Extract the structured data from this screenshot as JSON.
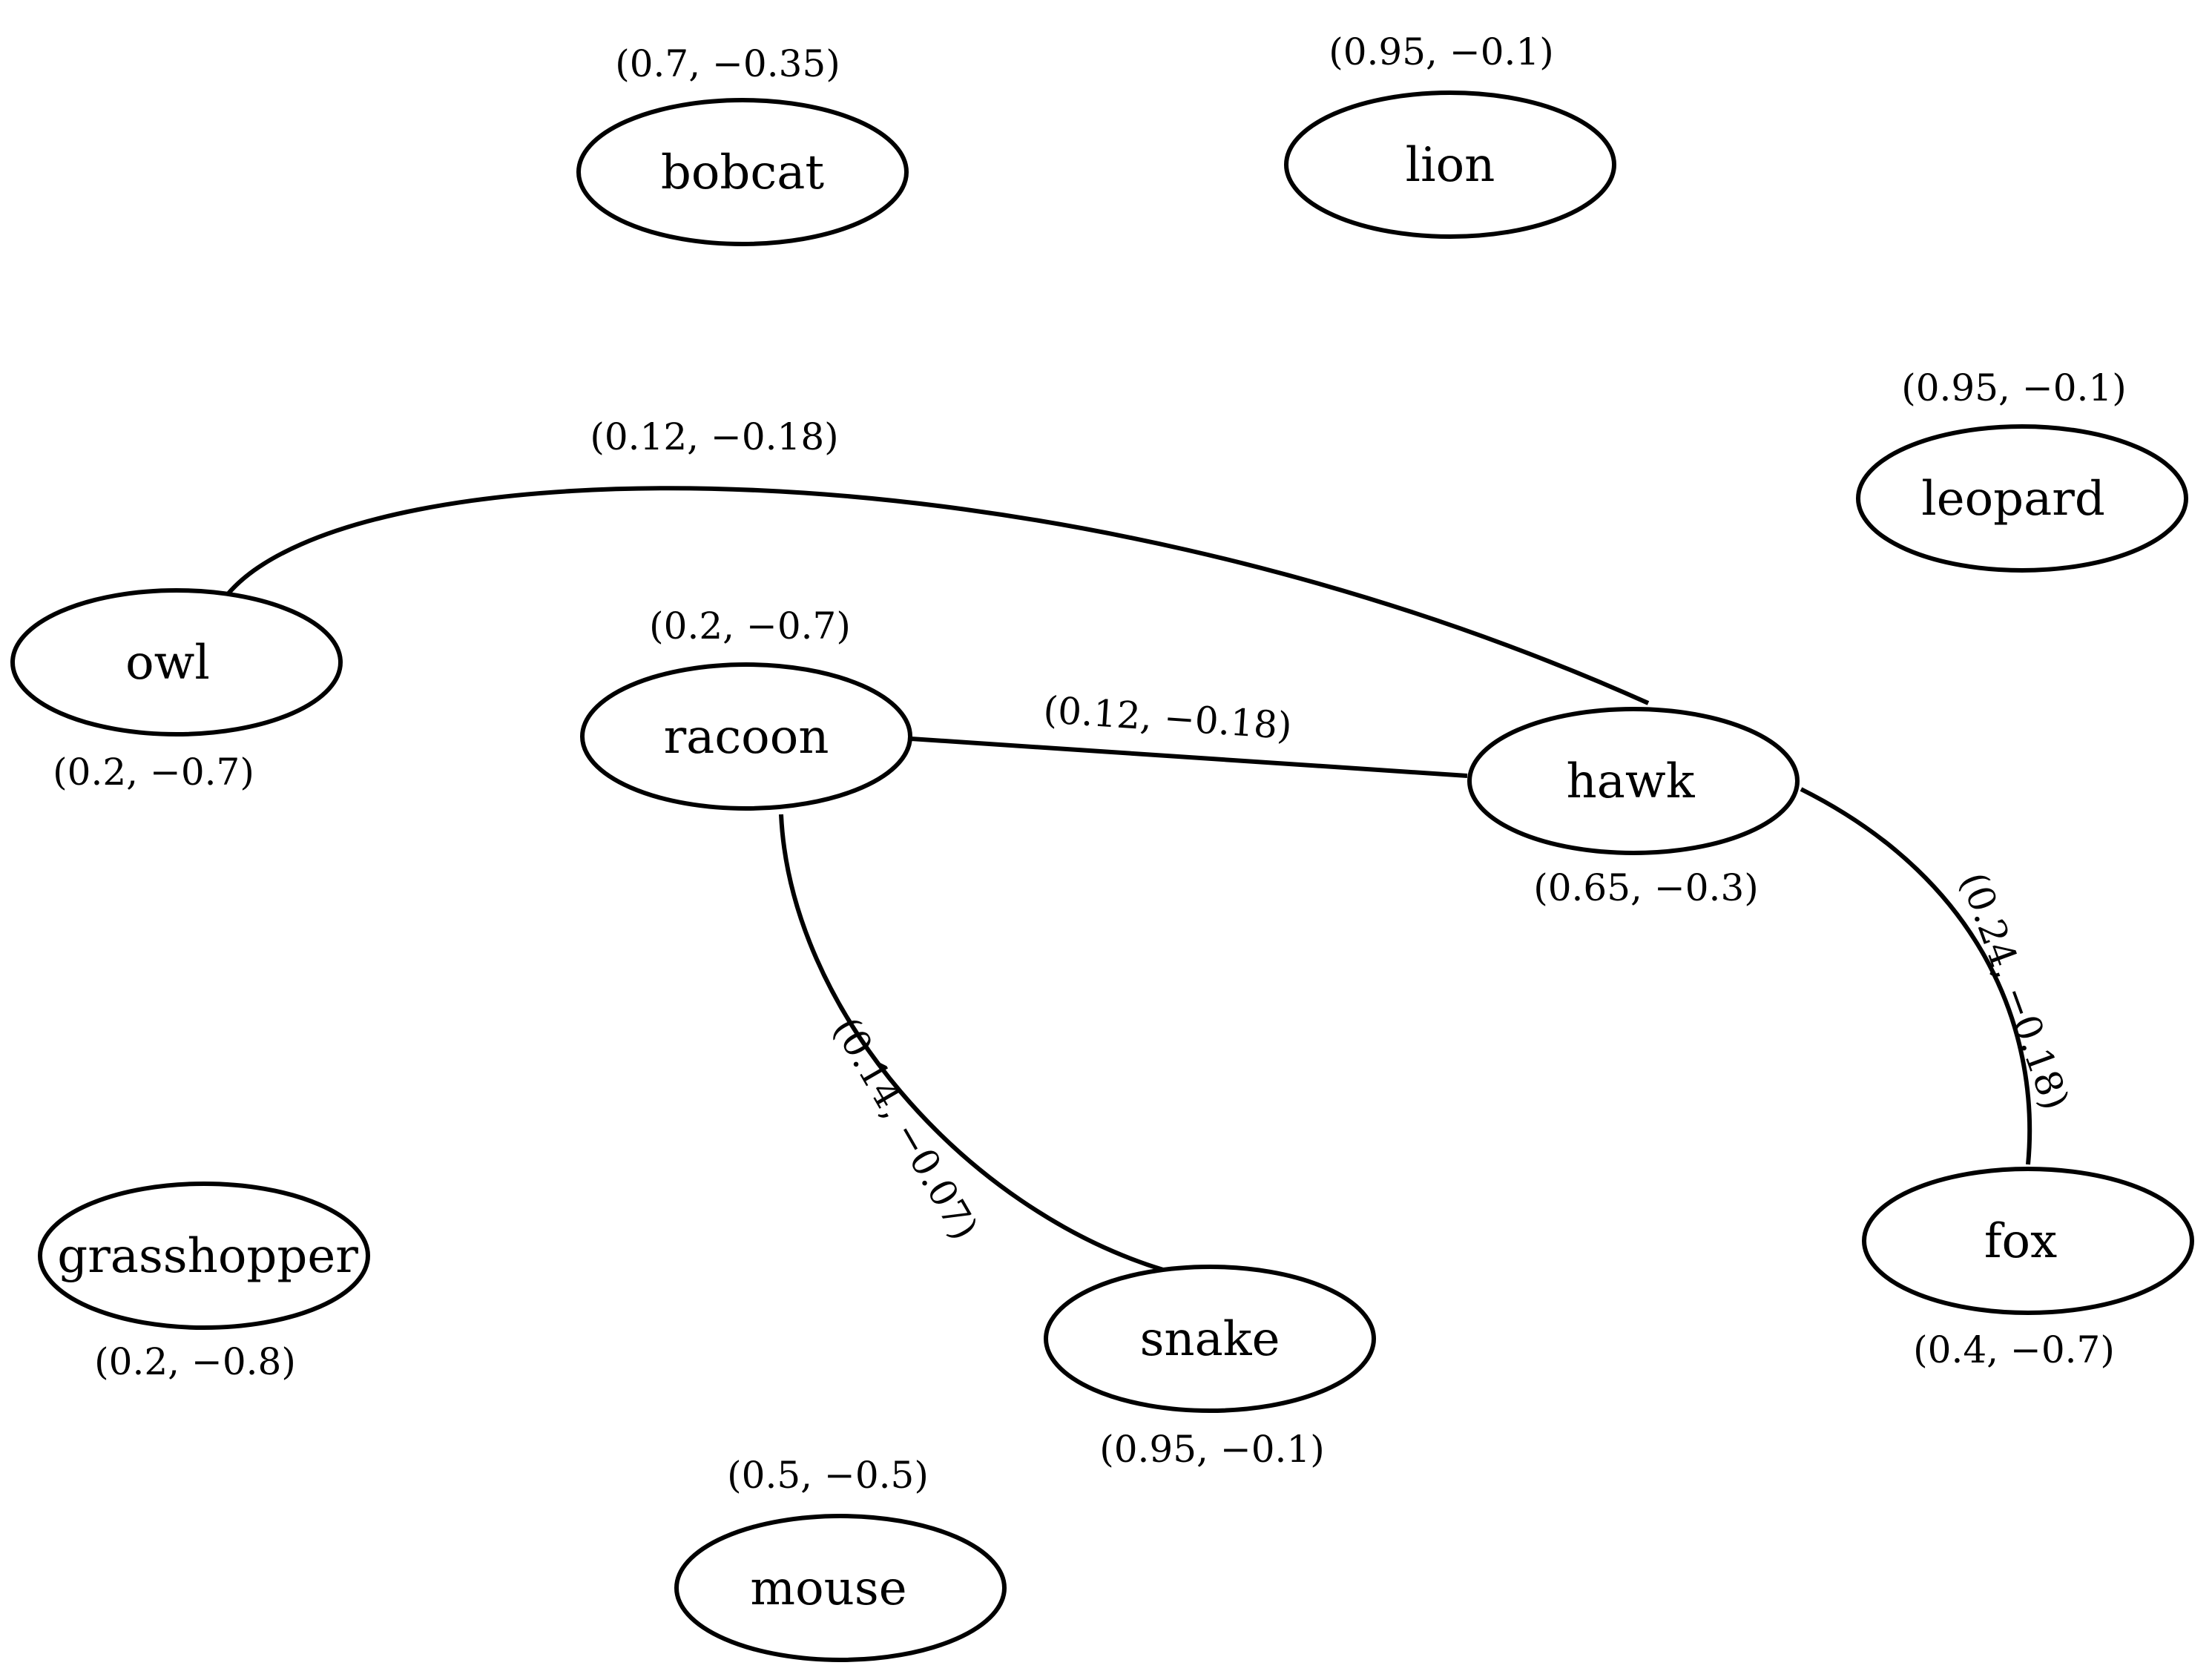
{
  "nodes": {
    "bobcat": {
      "label": "bobcat",
      "value": "(0.7, −0.35)"
    },
    "lion": {
      "label": "lion",
      "value": "(0.95, −0.1)"
    },
    "leopard": {
      "label": "leopard",
      "value": "(0.95, −0.1)"
    },
    "owl": {
      "label": "owl",
      "value": "(0.2, −0.7)"
    },
    "racoon": {
      "label": "racoon",
      "value": "(0.2, −0.7)"
    },
    "hawk": {
      "label": "hawk",
      "value": "(0.65, −0.3)"
    },
    "fox": {
      "label": "fox",
      "value": "(0.4, −0.7)"
    },
    "grasshopper": {
      "label": "grasshopper",
      "value": "(0.2, −0.8)"
    },
    "snake": {
      "label": "snake",
      "value": "(0.95, −0.1)"
    },
    "mouse": {
      "label": "mouse",
      "value": "(0.5, −0.5)"
    }
  },
  "edges": {
    "owl_hawk": {
      "from": "owl",
      "to": "hawk",
      "value": "(0.12, −0.18)"
    },
    "racoon_hawk": {
      "from": "racoon",
      "to": "hawk",
      "value": "(0.12, −0.18)"
    },
    "hawk_fox": {
      "from": "hawk",
      "to": "fox",
      "value": "(0.24, −0.18)"
    },
    "racoon_snake": {
      "from": "racoon",
      "to": "snake",
      "value": "(0.14, −0.07)"
    }
  }
}
